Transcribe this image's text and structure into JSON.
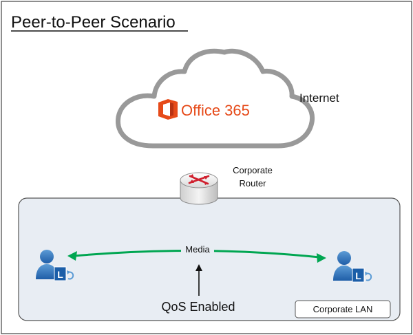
{
  "diagram": {
    "title": "Peer-to-Peer Scenario",
    "cloud": {
      "brand": "Office 365",
      "label": "Internet"
    },
    "router": {
      "label_line1": "Corporate",
      "label_line2": "Router"
    },
    "lan": {
      "label": "Corporate LAN"
    },
    "link": {
      "label": "Media"
    },
    "qos": {
      "label": "QoS Enabled"
    },
    "users": {
      "left_badge": "L",
      "right_badge": "L"
    },
    "colors": {
      "office_orange": "#e64a19",
      "media_arrow": "#00a651",
      "user_blue": "#2f6fb3",
      "lync_blue": "#1b5ea8",
      "router_red": "#d0202e",
      "lan_fill": "#e8edf3"
    }
  }
}
